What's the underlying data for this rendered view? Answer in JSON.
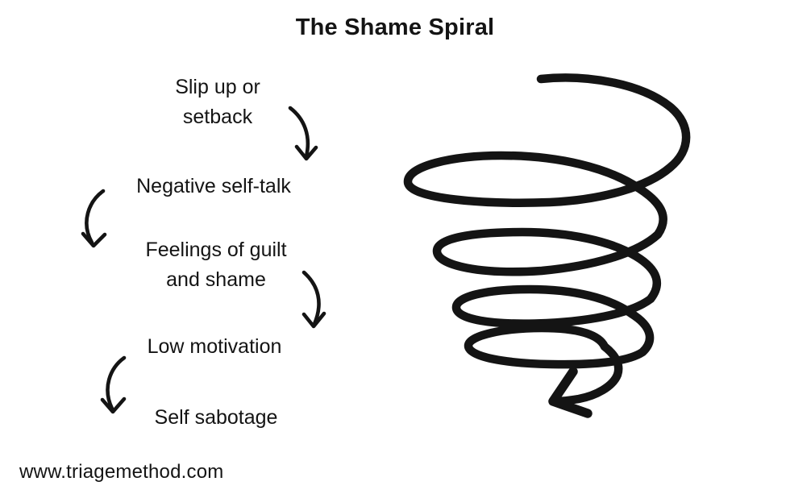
{
  "title": "The Shame Spiral",
  "steps": [
    {
      "label": "Slip up or setback",
      "lines": [
        "Slip up or",
        "setback"
      ]
    },
    {
      "label": "Negative self-talk",
      "lines": [
        "Negative self-talk"
      ]
    },
    {
      "label": "Feelings of guilt and shame",
      "lines": [
        "Feelings of guilt",
        "and shame"
      ]
    },
    {
      "label": "Low motivation",
      "lines": [
        "Low motivation"
      ]
    },
    {
      "label": "Self sabotage",
      "lines": [
        "Self sabotage"
      ]
    }
  ],
  "footer": {
    "website": "www.triagemethod.com"
  },
  "icons": {
    "spiral": "hand-drawn-descending-spiral-with-arrowhead",
    "connector": "hand-drawn-curved-down-arrow"
  },
  "colors": {
    "ink": "#141414",
    "background": "#ffffff"
  }
}
